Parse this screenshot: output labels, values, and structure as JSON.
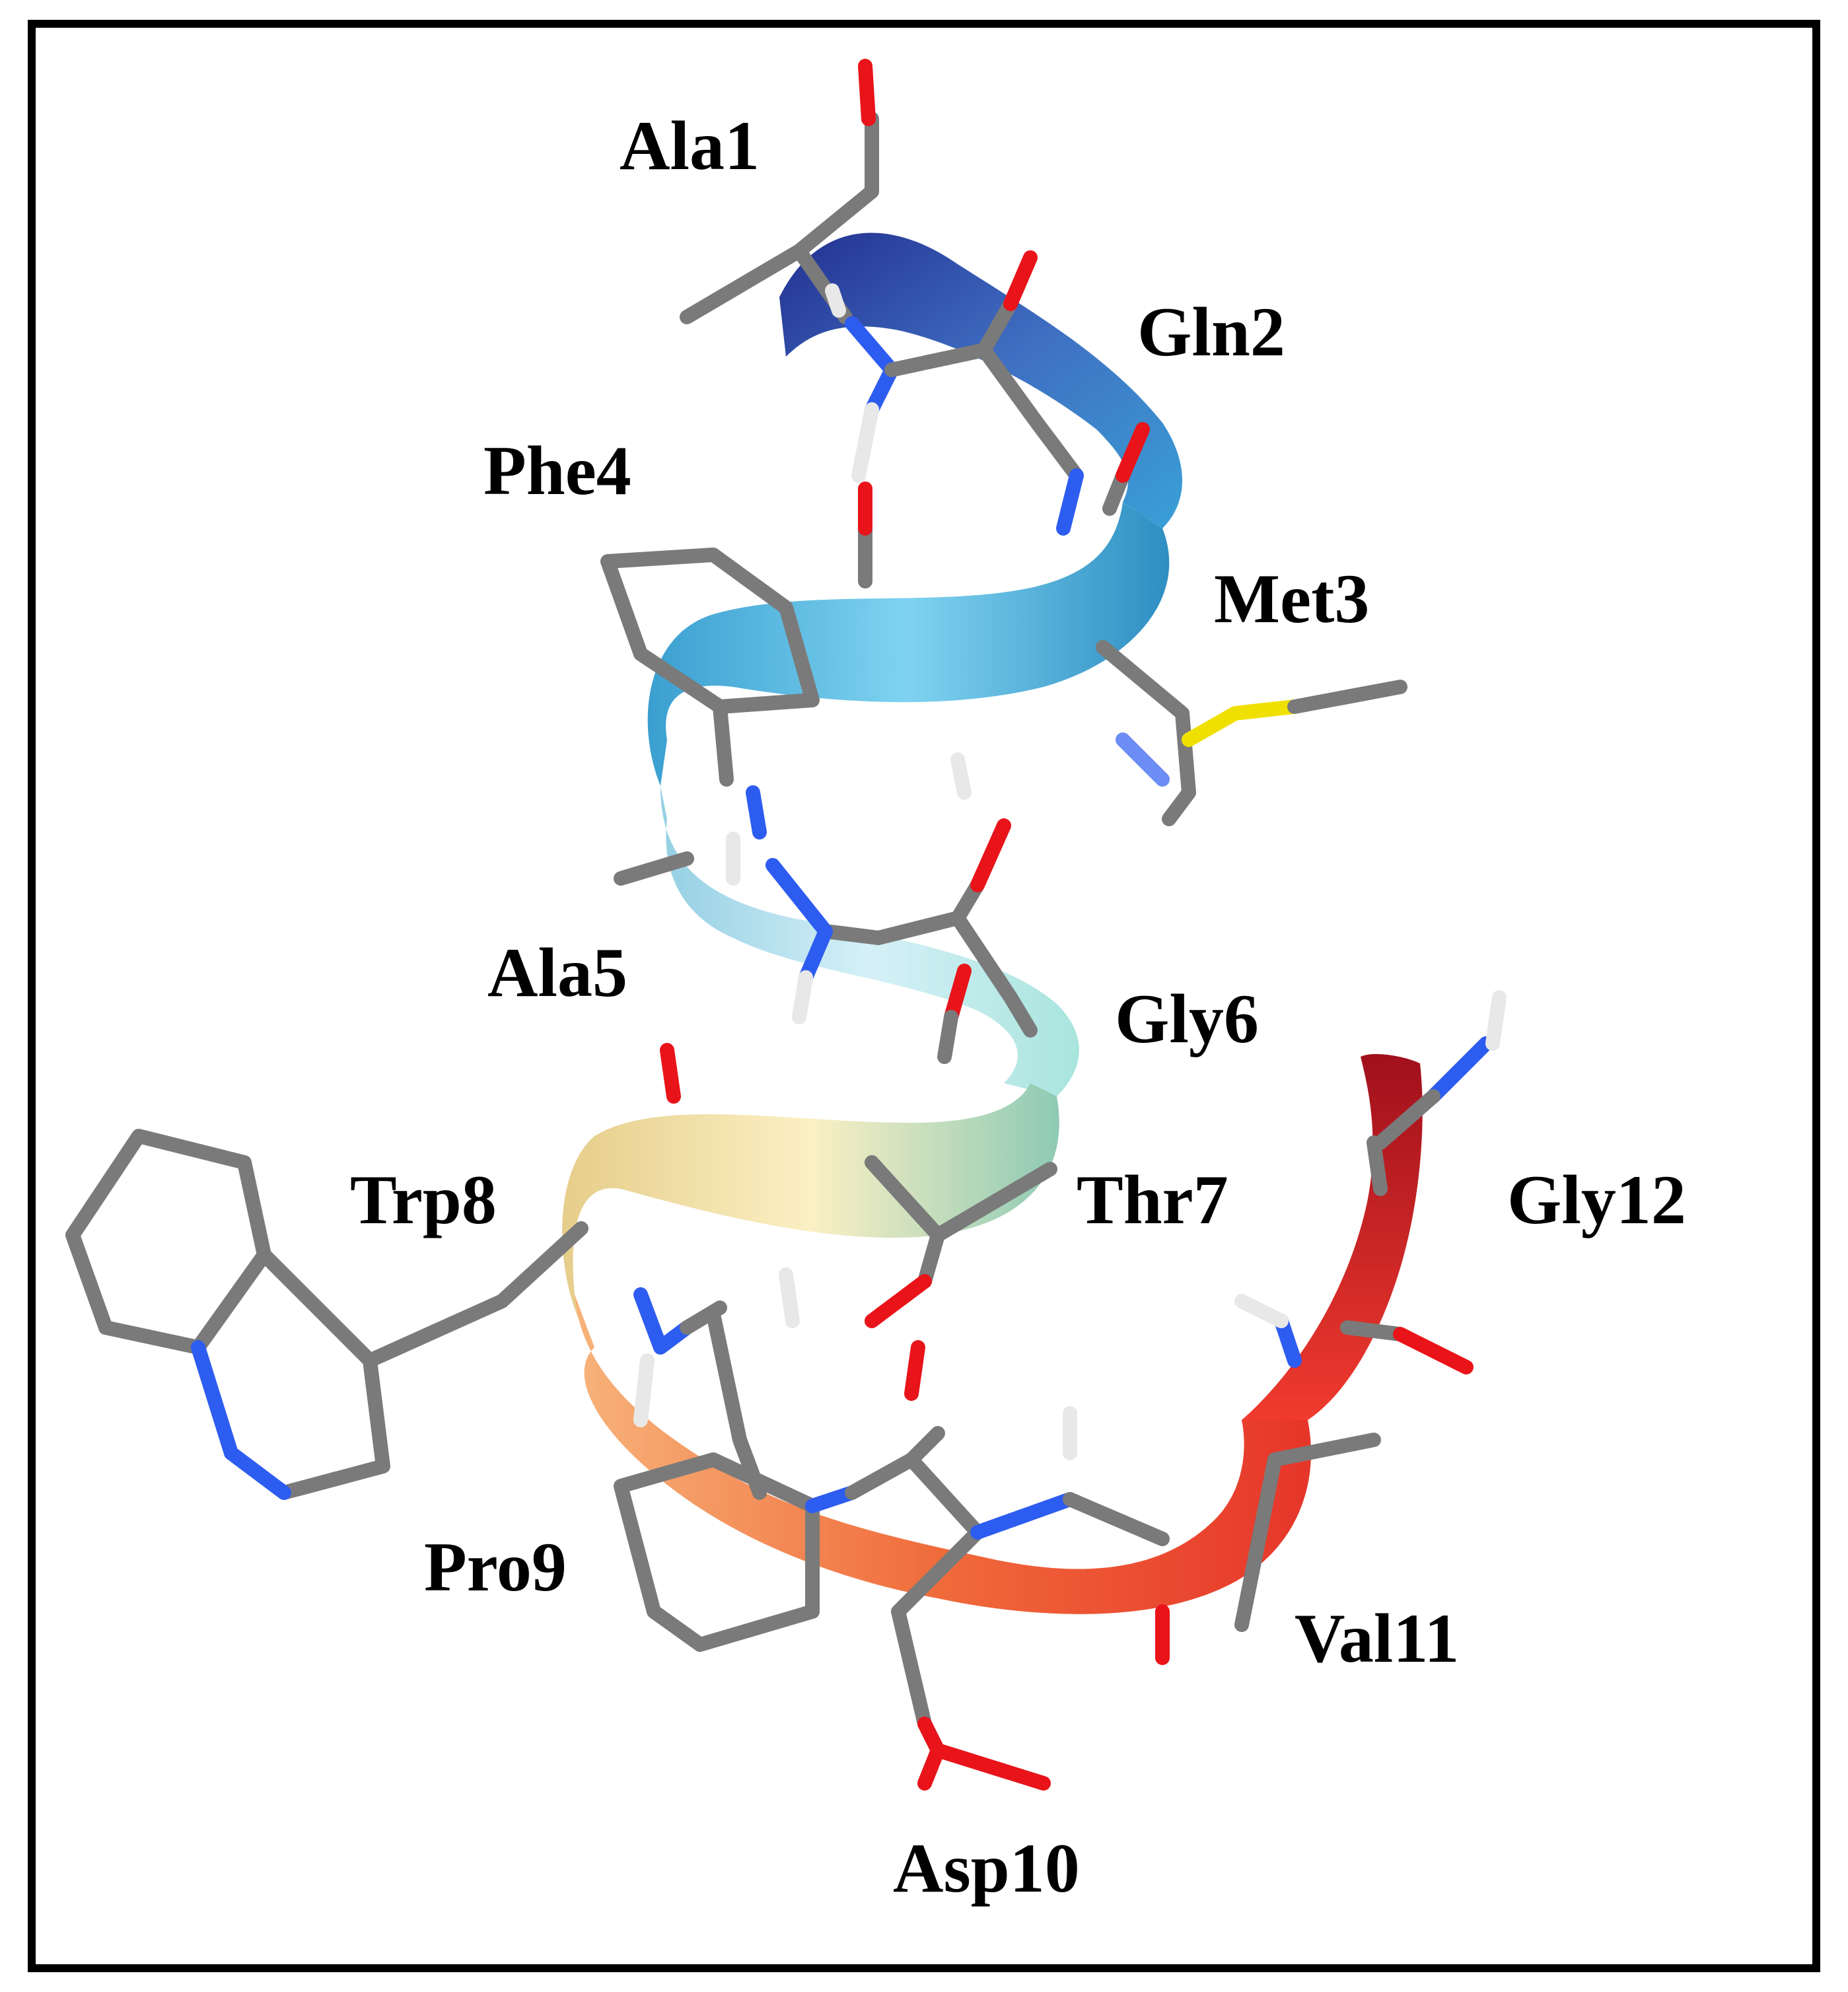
{
  "residues": [
    {
      "id": "ala1",
      "label": "Ala1"
    },
    {
      "id": "gln2",
      "label": "Gln2"
    },
    {
      "id": "met3",
      "label": "Met3"
    },
    {
      "id": "phe4",
      "label": "Phe4"
    },
    {
      "id": "ala5",
      "label": "Ala5"
    },
    {
      "id": "gly6",
      "label": "Gly6"
    },
    {
      "id": "thr7",
      "label": "Thr7"
    },
    {
      "id": "trp8",
      "label": "Trp8"
    },
    {
      "id": "pro9",
      "label": "Pro9"
    },
    {
      "id": "asp10",
      "label": "Asp10"
    },
    {
      "id": "val11",
      "label": "Val11"
    },
    {
      "id": "gly12",
      "label": "Gly12"
    }
  ],
  "colors": {
    "carbon": "#7a7a7a",
    "oxygen": "#e8141a",
    "nitrogen": "#2d5cf0",
    "hydrogen": "#ffffff",
    "sulfur": "#f0e000",
    "ribbon_start": "#2a3a9a",
    "ribbon_blue": "#3ba3d6",
    "ribbon_light": "#c8ecf3",
    "ribbon_yellow": "#f4e2a0",
    "ribbon_orange": "#f08a4a",
    "ribbon_end": "#c0141e"
  }
}
